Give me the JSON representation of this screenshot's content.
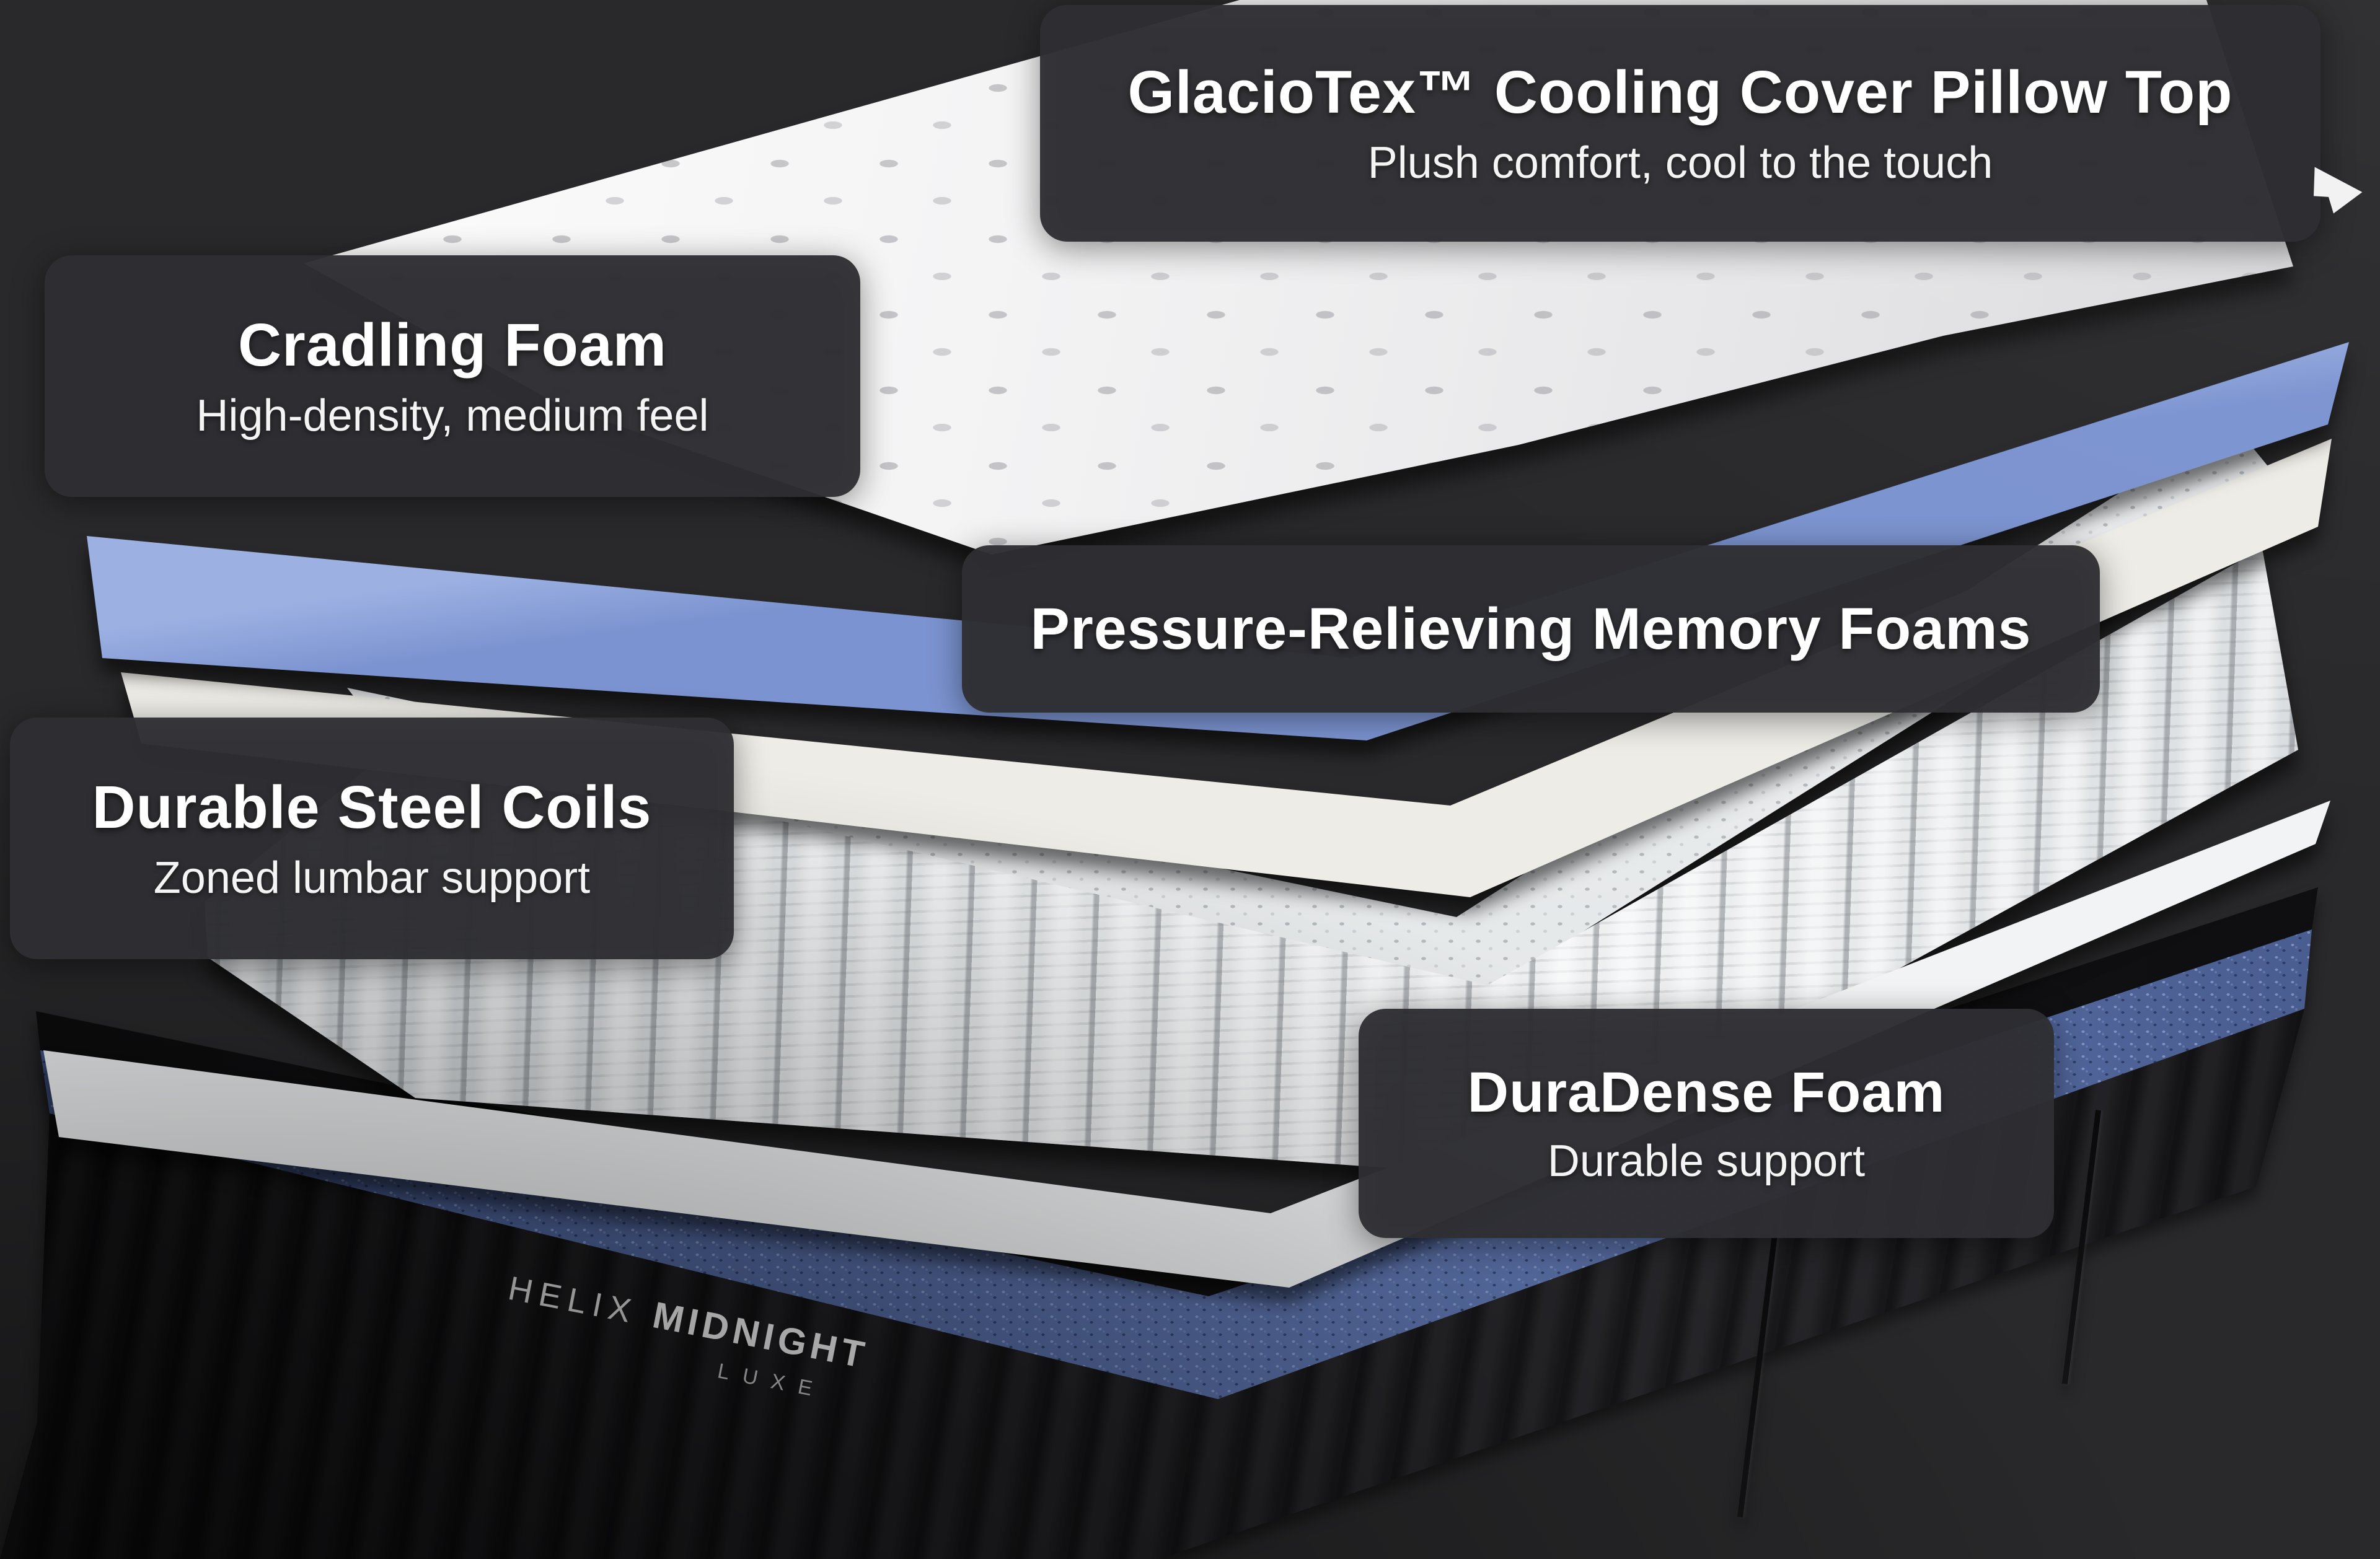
{
  "callouts": [
    {
      "title": "GlacioTex™ Cooling Cover Pillow Top",
      "subtitle": "Plush comfort, cool to the touch"
    },
    {
      "title": "Cradling Foam",
      "subtitle": "High-density, medium feel"
    },
    {
      "title": "Pressure-Relieving Memory Foams"
    },
    {
      "title": "Durable Steel Coils",
      "subtitle": "Zoned lumbar support"
    },
    {
      "title": "DuraDense Foam",
      "subtitle": "Durable support"
    }
  ],
  "brand": {
    "maker": "HELIX",
    "model": "MIDNIGHT",
    "tier": "LUXE"
  },
  "icons": {
    "next_arrow": "next-arrow"
  },
  "colors": {
    "background": "#29292b",
    "callout_bg": "#313135",
    "callout_text": "#ffffff",
    "foam_blue": "#7b93d0",
    "base_band_blue": "#4f66a4",
    "foam_cream": "#edece6",
    "coil_gray": "#dfe2e4",
    "base_dark": "#1b1b1e"
  }
}
